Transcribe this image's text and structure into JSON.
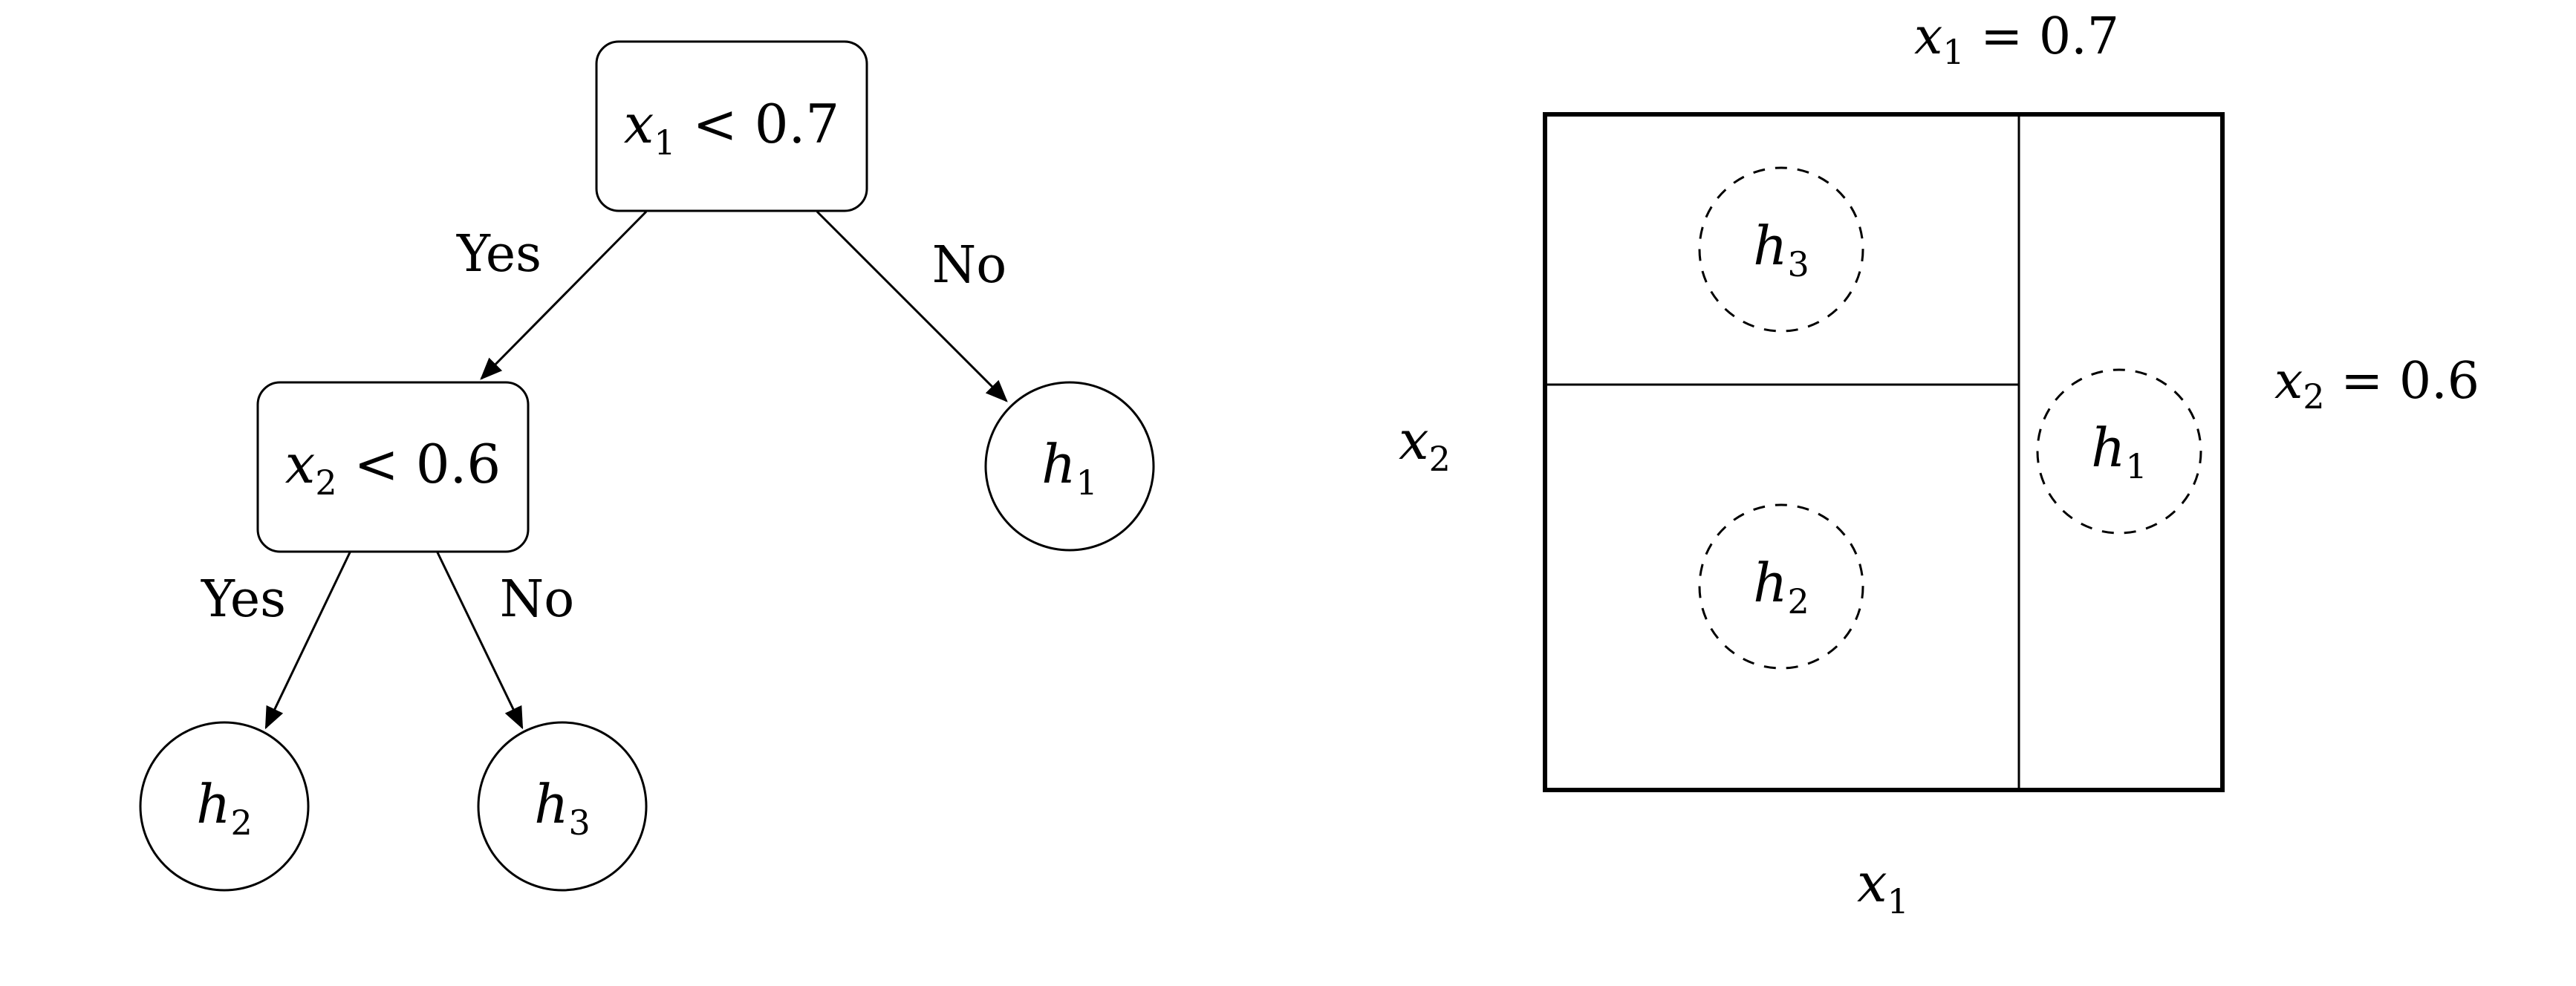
{
  "tree": {
    "root_node": {
      "var": "x",
      "sub": "1",
      "op": " < ",
      "val": "0.7"
    },
    "inner_node": {
      "var": "x",
      "sub": "2",
      "op": " < ",
      "val": "0.6"
    },
    "leaf_h1": {
      "var": "h",
      "sub": "1"
    },
    "leaf_h2": {
      "var": "h",
      "sub": "2"
    },
    "leaf_h3": {
      "var": "h",
      "sub": "3"
    },
    "edge_labels": {
      "root_yes": "Yes",
      "root_no": "No",
      "inner_yes": "Yes",
      "inner_no": "No"
    }
  },
  "partition": {
    "split_x1": {
      "var": "x",
      "sub": "1",
      "op": " = ",
      "val": "0.7"
    },
    "split_x2": {
      "var": "x",
      "sub": "2",
      "op": " = ",
      "val": "0.6"
    },
    "axis_x": {
      "var": "x",
      "sub": "1"
    },
    "axis_y": {
      "var": "x",
      "sub": "2"
    },
    "region_top_left": {
      "var": "h",
      "sub": "3"
    },
    "region_bottom_left": {
      "var": "h",
      "sub": "2"
    },
    "region_right": {
      "var": "h",
      "sub": "1"
    }
  }
}
